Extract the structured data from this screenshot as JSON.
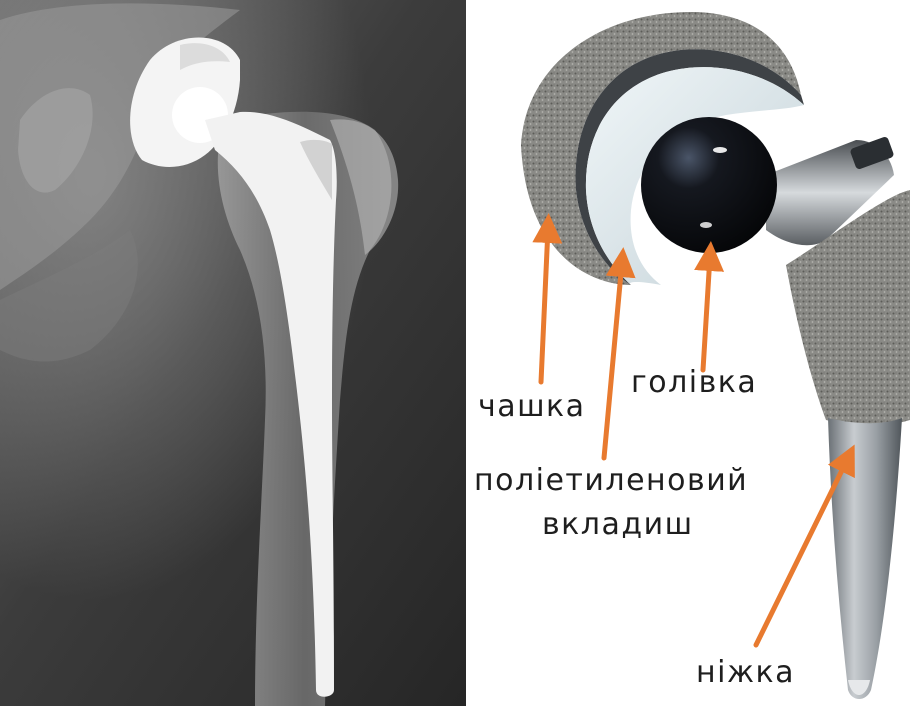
{
  "labels": {
    "cup": "чашка",
    "head": "голівка",
    "liner_line1": "поліетиленовий",
    "liner_line2": "вкладиш",
    "stem": "ніжка"
  },
  "colors": {
    "arrow": "#e87a2f",
    "text": "#1e1e1e",
    "xray_bg": "#3a3a3a",
    "implant_bright": "#f4f4f4",
    "porous_coating": "#8a8a86",
    "liner": "#dde6ea",
    "femoral_head": "#0c0e12"
  }
}
